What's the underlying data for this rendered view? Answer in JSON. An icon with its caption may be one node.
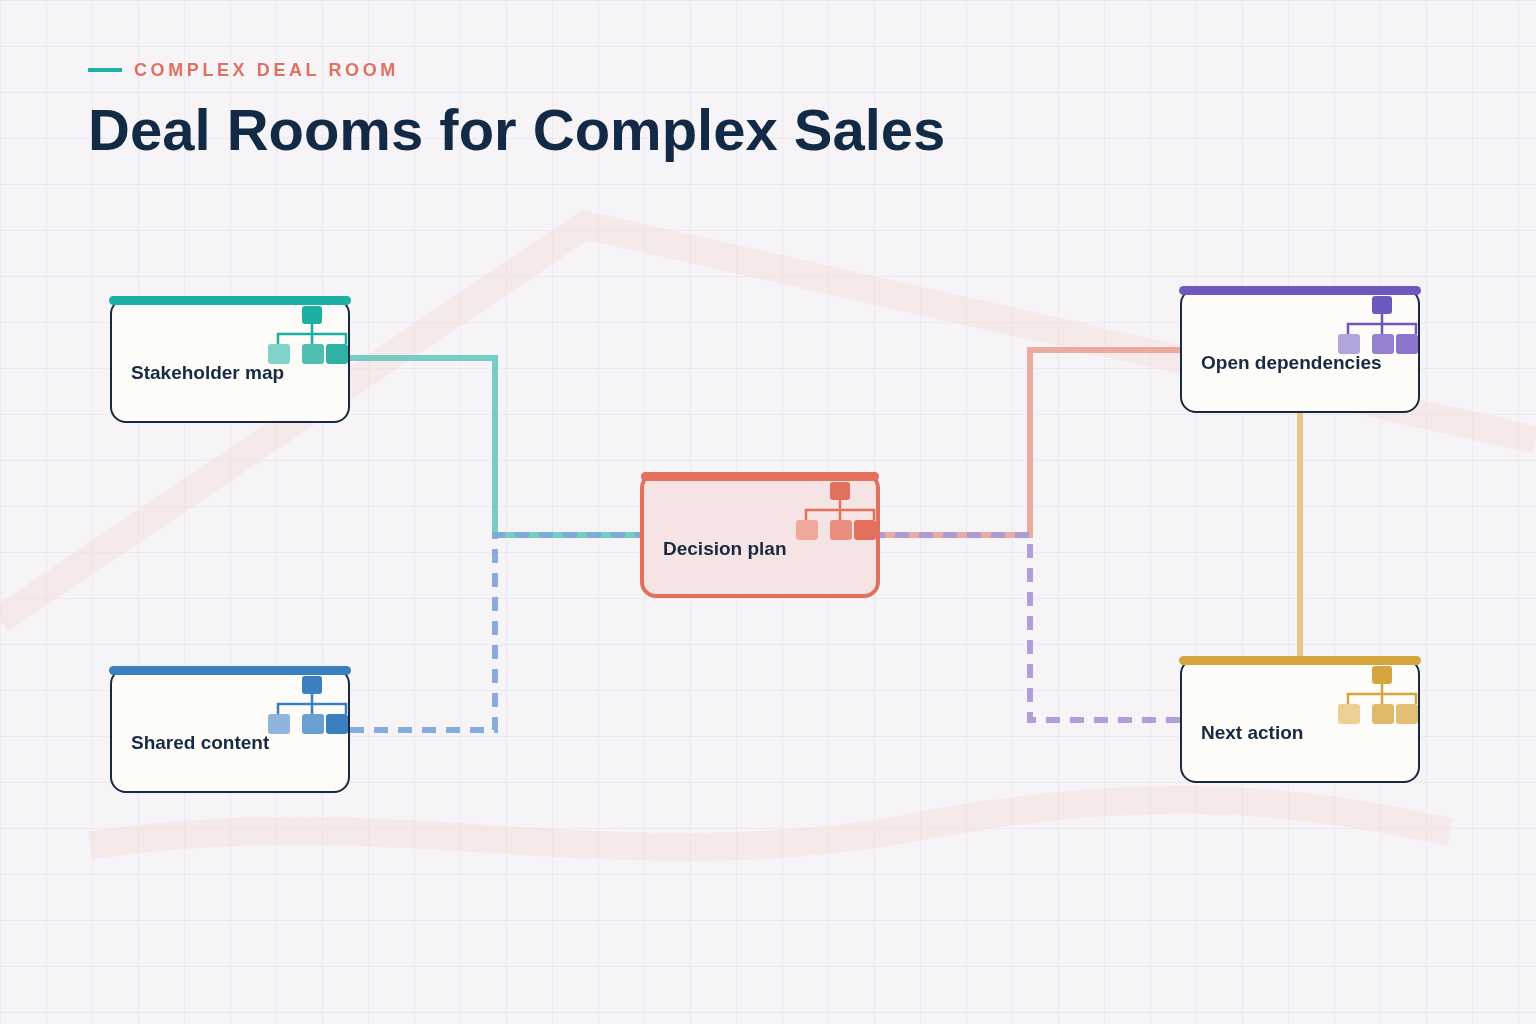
{
  "diagram": {
    "title": "Deal Rooms for Complex Sales",
    "nodes": [
      {
        "text": [
          "Stakeholder map"
        ]
      },
      {
        "text": [
          "Shared content"
        ]
      },
      {
        "text": [
          "Decision plan"
        ]
      },
      {
        "text": [
          "Open dependencies"
        ]
      },
      {
        "text": [
          "Next action"
        ]
      }
    ],
    "edges": [
      {
        "from": 0,
        "to": 2,
        "arrow": "none",
        "color": "#6fcac0"
      },
      {
        "from": 1,
        "to": 2,
        "arrow": "none",
        "style": "dashed",
        "color": "#7fa9d9"
      },
      {
        "from": 3,
        "to": 2,
        "arrow": "none",
        "color": "#eba79b"
      },
      {
        "from": 4,
        "to": 2,
        "arrow": "none",
        "style": "dashed",
        "color": "#a99ad8"
      },
      {
        "from": 3,
        "to": 4,
        "arrow": "none",
        "color": "#e6c37f"
      }
    ],
    "labels": [
      "COMPLEX DEAL ROOM"
    ]
  }
}
